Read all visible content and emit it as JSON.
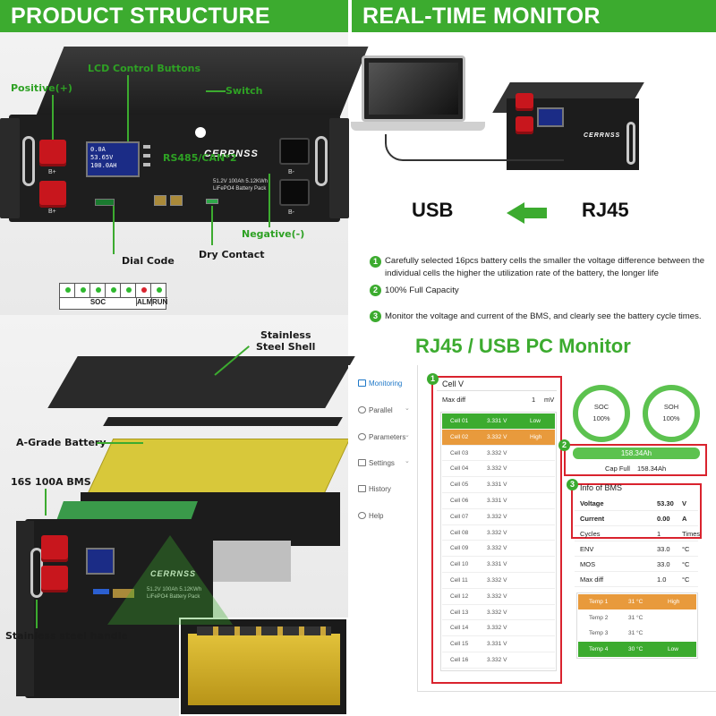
{
  "headers": {
    "left": "PRODUCT STRUCTURE",
    "right": "REAL-TIME MONITOR"
  },
  "structure": {
    "labels": {
      "lcd": "LCD Control Buttons",
      "positive": "Positive(+)",
      "switch": "Switch",
      "rs485": "RS485/CAN*2",
      "negative": "Negative(-)",
      "dial": "Dial Code",
      "dry": "Dry Contact"
    },
    "battery": {
      "brand": "CERRNSS",
      "spec_line1": "51.2V 100Ah 5.12KWh",
      "spec_line2": "LiFePO4 Battery Pack",
      "bplus": "B+",
      "bminus": "B-",
      "lcd_lines": [
        "0.0A",
        "53.65V",
        "100.0AH"
      ]
    },
    "leds": {
      "soc": "SOC",
      "alm": "ALM",
      "run": "RUN"
    }
  },
  "exploded": {
    "labels": {
      "shell": "Stainless\nSteel Shell",
      "shell_l1": "Stainless",
      "shell_l2": "Steel Shell",
      "battery": "A-Grade Battery",
      "bms": "16S 100A BMS",
      "handle": "Stainless steel handle"
    },
    "brand": "CERRNSS",
    "spec_line1": "51.2V 100Ah 5.12KWh",
    "spec_line2": "LiFePO4 Battery Pack"
  },
  "monitor": {
    "usb": "USB",
    "rj45": "RJ45",
    "bullets": [
      {
        "num": "1",
        "line1": "Carefully selected 16pcs battery cells the smaller the voltage difference between the",
        "line2": "individual cells the higher the utilization rate of the battery, the longer life"
      },
      {
        "num": "2",
        "line1": "100% Full Capacity",
        "line2": ""
      },
      {
        "num": "3",
        "line1": "Monitor the voltage and current of the BMS, and clearly see the battery cycle times.",
        "line2": ""
      }
    ],
    "title": "RJ45 / USB PC Monitor"
  },
  "app": {
    "nav": [
      "Monitoring",
      "Parallel",
      "Parameters",
      "Settings",
      "History",
      "Help"
    ],
    "cellv": {
      "title": "Cell V",
      "max_diff_label": "Max diff",
      "max_diff_value": "1",
      "max_diff_unit": "mV",
      "cells": [
        {
          "name": "Cell 01",
          "value": "3.331 V",
          "status": "Low"
        },
        {
          "name": "Cell 02",
          "value": "3.332 V",
          "status": "High"
        },
        {
          "name": "Cell 03",
          "value": "3.332 V",
          "status": ""
        },
        {
          "name": "Cell 04",
          "value": "3.332 V",
          "status": ""
        },
        {
          "name": "Cell 05",
          "value": "3.331 V",
          "status": ""
        },
        {
          "name": "Cell 06",
          "value": "3.331 V",
          "status": ""
        },
        {
          "name": "Cell 07",
          "value": "3.332 V",
          "status": ""
        },
        {
          "name": "Cell 08",
          "value": "3.332 V",
          "status": ""
        },
        {
          "name": "Cell 09",
          "value": "3.332 V",
          "status": ""
        },
        {
          "name": "Cell 10",
          "value": "3.331 V",
          "status": ""
        },
        {
          "name": "Cell 11",
          "value": "3.332 V",
          "status": ""
        },
        {
          "name": "Cell 12",
          "value": "3.332 V",
          "status": ""
        },
        {
          "name": "Cell 13",
          "value": "3.332 V",
          "status": ""
        },
        {
          "name": "Cell 14",
          "value": "3.332 V",
          "status": ""
        },
        {
          "name": "Cell 15",
          "value": "3.331 V",
          "status": ""
        },
        {
          "name": "Cell 16",
          "value": "3.332 V",
          "status": ""
        }
      ]
    },
    "soc": {
      "label": "SOC",
      "value": "100%"
    },
    "soh": {
      "label": "SOH",
      "value": "100%"
    },
    "capacity": {
      "value": "158.34Ah",
      "cap_full_label": "Cap Full",
      "cap_full_value": "158.34Ah"
    },
    "bms": {
      "title": "Info of BMS",
      "rows": [
        {
          "label": "Voltage",
          "value": "53.30",
          "unit": "V",
          "bold": true
        },
        {
          "label": "Current",
          "value": "0.00",
          "unit": "A",
          "bold": true
        },
        {
          "label": "Cycles",
          "value": "1",
          "unit": "Times",
          "bold": false
        },
        {
          "label": "ENV",
          "value": "33.0",
          "unit": "°C",
          "bold": false
        },
        {
          "label": "MOS",
          "value": "33.0",
          "unit": "°C",
          "bold": false
        },
        {
          "label": "Max diff",
          "value": "1.0",
          "unit": "°C",
          "bold": false
        }
      ],
      "temps": [
        {
          "name": "Temp 1",
          "value": "31 °C",
          "status": "High"
        },
        {
          "name": "Temp 2",
          "value": "31 °C",
          "status": ""
        },
        {
          "name": "Temp 3",
          "value": "31 °C",
          "status": ""
        },
        {
          "name": "Temp 4",
          "value": "30 °C",
          "status": "Low"
        }
      ]
    },
    "badges": [
      "1",
      "2",
      "3"
    ]
  },
  "colors": {
    "green": "#3cab2f",
    "red": "#d9232e",
    "orange": "#e89a3c"
  }
}
